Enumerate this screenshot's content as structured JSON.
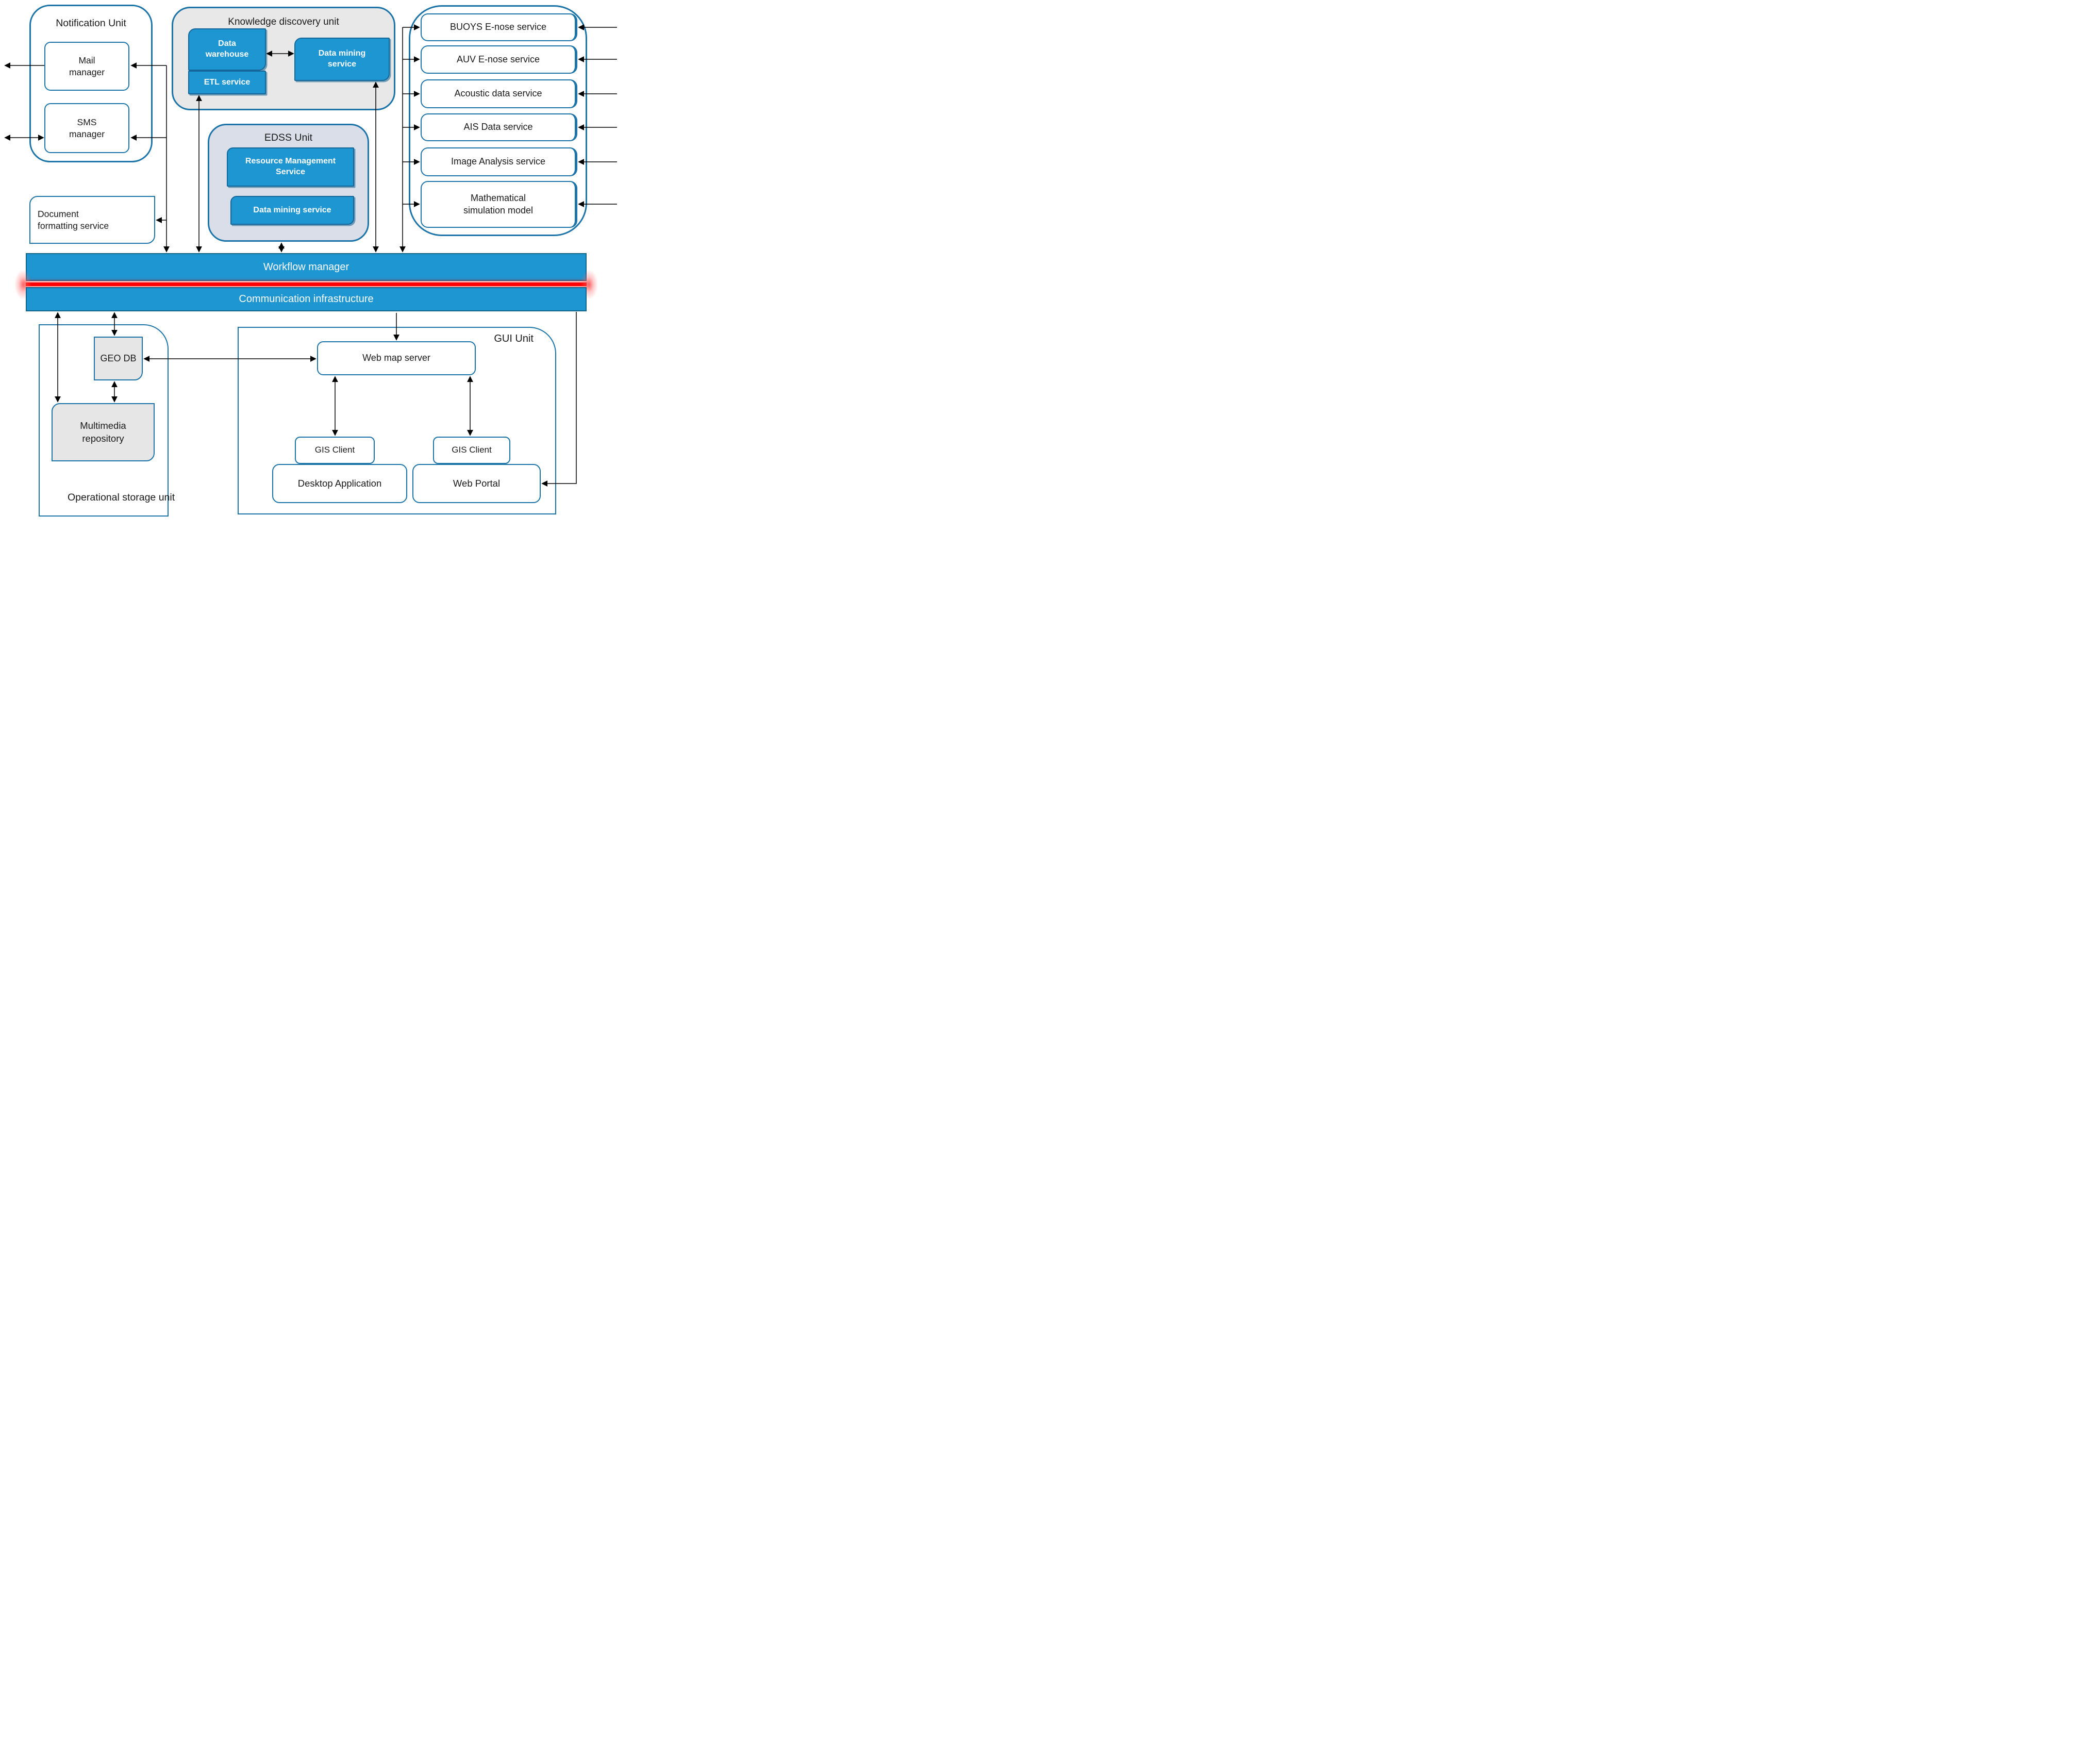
{
  "notification_unit": {
    "title": "Notification Unit",
    "mail_manager": "Mail manager",
    "sms_manager": "SMS manager"
  },
  "document_formatting_service": "Document formatting service",
  "knowledge_discovery_unit": {
    "title": "Knowledge discovery unit",
    "data_warehouse": "Data warehouse",
    "etl_service": "ETL service",
    "data_mining_service": "Data mining service"
  },
  "edss_unit": {
    "title": "EDSS Unit",
    "resource_management_service": "Resource Management Service",
    "data_mining_service": "Data mining service"
  },
  "external_services": [
    "BUOYS E-nose service",
    "AUV E-nose service",
    "Acoustic data service",
    "AIS Data service",
    "Image Analysis service",
    "Mathematical simulation model"
  ],
  "workflow_manager": "Workflow manager",
  "communication_infrastructure": "Communication infrastructure",
  "operational_storage_unit": {
    "title": "Operational storage unit",
    "geo_db": "GEO DB",
    "multimedia_repository": "Multimedia repository"
  },
  "gui_unit": {
    "title": "GUI Unit",
    "web_map_server": "Web map server",
    "gis_client_1": "GIS Client",
    "gis_client_2": "GIS Client",
    "desktop_application": "Desktop Application",
    "web_portal": "Web Portal"
  },
  "colors": {
    "accent_blue": "#1E96D2",
    "dark_blue_border": "#15648C",
    "container_border": "#1C74A8",
    "unit_gray": "#E8E8E8",
    "edss_gray": "#D9DEE9",
    "red_line": "#FF0000",
    "arrow_black": "#000000",
    "text_dark": "#1A1A1A",
    "text_white": "#FFFFFF"
  }
}
